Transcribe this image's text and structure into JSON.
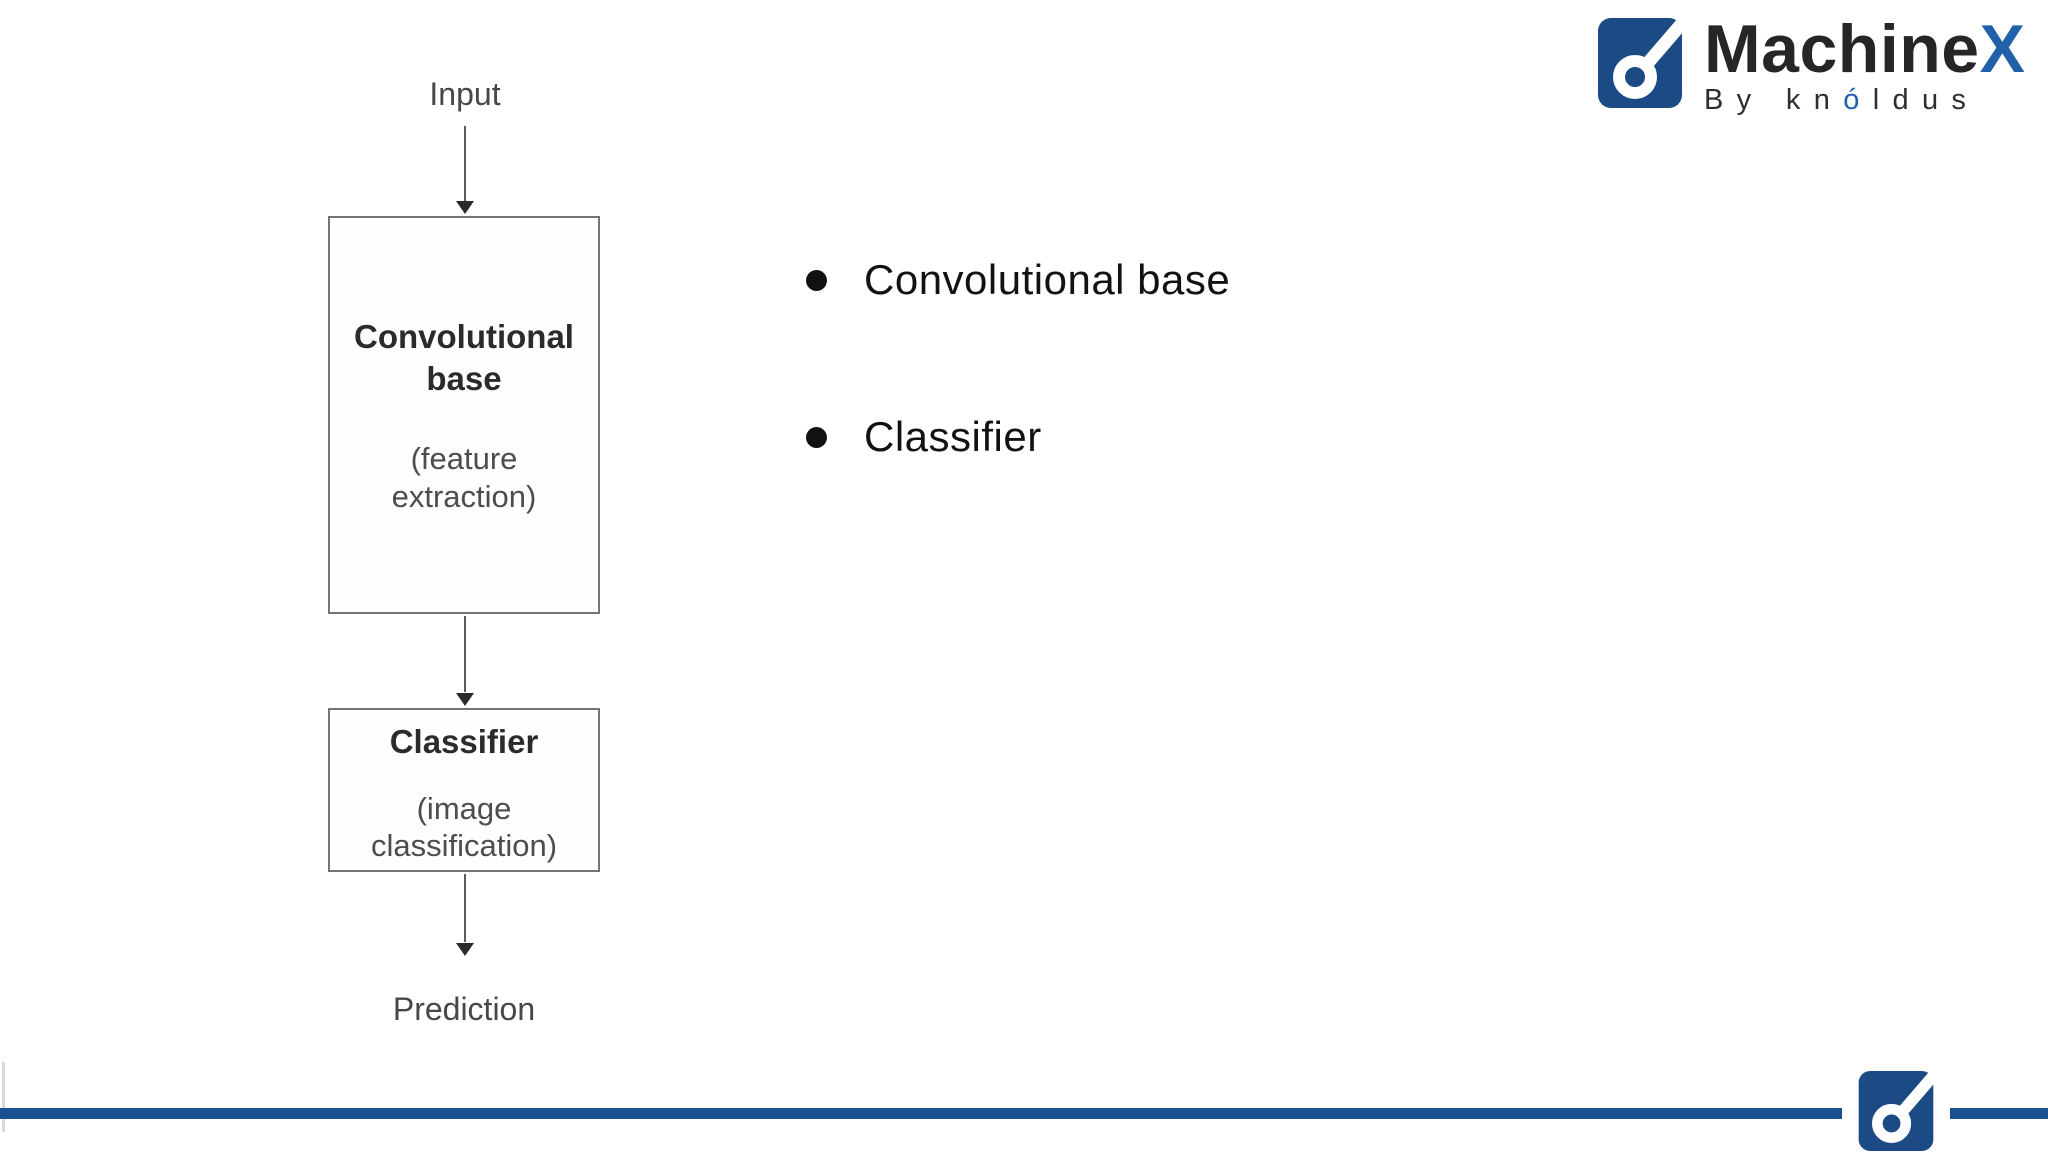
{
  "brand": {
    "name_main": "Machine",
    "name_accent": "X",
    "tagline_pre": "By kn",
    "tagline_accent": "ó",
    "tagline_post": "ldus",
    "colors": {
      "logo_square_blue": "#1c4a85",
      "accent_blue": "#2161a9",
      "footer_line_blue": "#1d5091"
    }
  },
  "diagram": {
    "input_label": "Input",
    "boxes": [
      {
        "title_line1": "Convolutional",
        "title_line2": "base",
        "subtitle_line1": "(feature",
        "subtitle_line2": "extraction)"
      },
      {
        "title_line1": "Classifier",
        "subtitle_line1": "(image",
        "subtitle_line2": "classification)"
      }
    ],
    "output_label": "Prediction"
  },
  "bullets": [
    {
      "label": "Convolutional base"
    },
    {
      "label": "Classifier"
    }
  ]
}
